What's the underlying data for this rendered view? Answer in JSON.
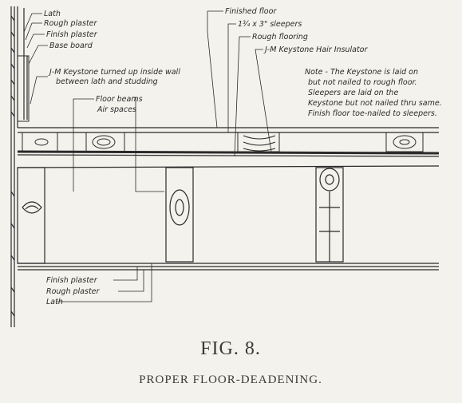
{
  "labels": {
    "lath_top": "Lath",
    "rough_plaster_top": "Rough plaster",
    "finish_plaster_top": "Finish plaster",
    "base_board": "Base board",
    "keystone_wall_1": "J-M Keystone turned up inside wall",
    "keystone_wall_2": "between lath and studding",
    "floor_beams": "Floor beams",
    "air_spaces": "Air spaces",
    "finished_floor": "Finished floor",
    "sleepers": "1¾ x 3\" sleepers",
    "rough_flooring": "Rough flooring",
    "hair_insulator": "J-M Keystone Hair Insulator",
    "note_1": "Note - The Keystone is laid on",
    "note_2": "but not nailed to rough floor.",
    "note_3": "Sleepers are laid on the",
    "note_4": "Keystone but not nailed thru same.",
    "note_5": "Finish floor toe-nailed to sleepers.",
    "finish_plaster_bottom": "Finish plaster",
    "rough_plaster_bottom": "Rough plaster",
    "lath_bottom": "Lath"
  },
  "caption": {
    "figure": "FIG. 8.",
    "title": "PROPER FLOOR-DEADENING."
  }
}
